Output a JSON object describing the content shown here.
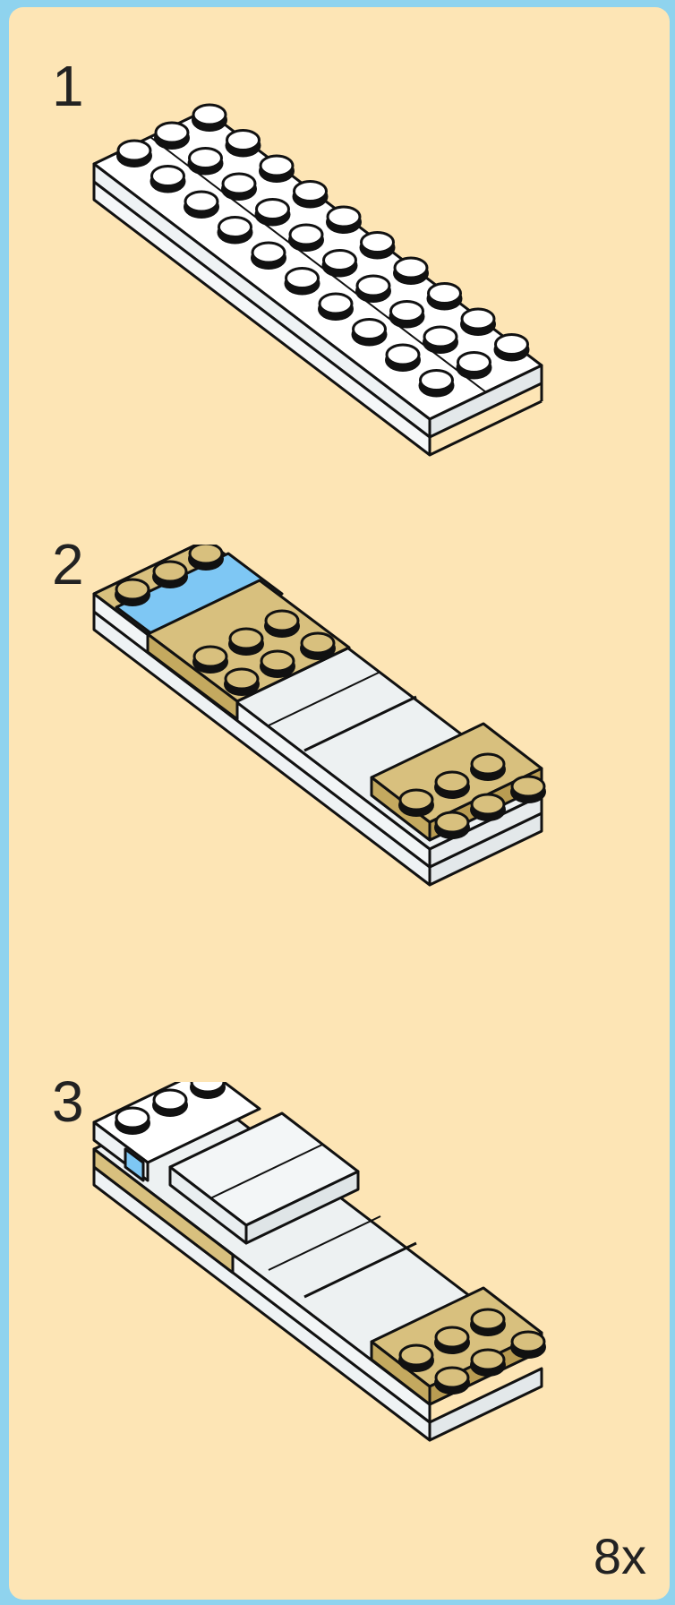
{
  "steps": [
    {
      "number": "1"
    },
    {
      "number": "2"
    },
    {
      "number": "3"
    }
  ],
  "multiplier": "8x",
  "colors": {
    "background_border": "#8fd3ee",
    "panel": "#fde5b5",
    "white_brick": "#ffffff",
    "white_brick_side": "#e9eef0",
    "tan_brick": "#d8c07e",
    "tan_brick_side": "#c4a95f",
    "blue_tile": "#7ec7f4",
    "stud_top_dark": "#222222",
    "outline": "#111111"
  },
  "icons": [
    "lego-plate-2x10-white",
    "lego-assembly-step-2",
    "lego-assembly-step-3"
  ]
}
